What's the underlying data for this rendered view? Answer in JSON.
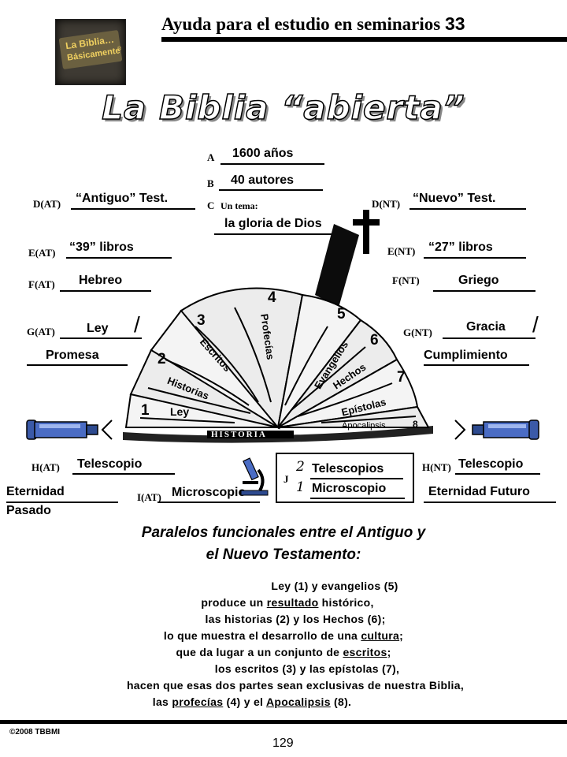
{
  "header": {
    "logo_line1": "La Biblia…",
    "logo_line2": "Básicamente",
    "logo_mark": "®",
    "title": "Ayuda para el estudio en seminarios",
    "number": "33"
  },
  "main_title": "La Biblia “abierta”",
  "top": {
    "A_label": "A",
    "A_text": "1600 años",
    "B_label": "B",
    "B_text": "40 autores",
    "C_label": "C",
    "C_prefix": "Un tema:",
    "C_text": "la gloria de Dios"
  },
  "left": {
    "D_label": "D(AT)",
    "D_text": "“Antiguo” Test.",
    "E_label": "E(AT)",
    "E_text": "“39” libros",
    "F_label": "F(AT)",
    "F_text": "Hebreo",
    "G_label": "G(AT)",
    "G_text": "Ley",
    "G_slash": "/",
    "G_text2": "Promesa",
    "H_label": "H(AT)",
    "H_text": "Telescopio",
    "H_sub1": "Eternidad",
    "H_sub2": "Pasado",
    "I_label": "I(AT)",
    "I_text": "Microscopio"
  },
  "right": {
    "D_label": "D(NT)",
    "D_text": "“Nuevo” Test.",
    "E_label": "E(NT)",
    "E_text": "“27” libros",
    "F_label": "F(NT)",
    "F_text": "Griego",
    "G_label": "G(NT)",
    "G_text": "Gracia",
    "G_slash": "/",
    "G_text2": "Cumplimiento",
    "H_label": "H(NT)",
    "H_text": "Telescopio",
    "H_sub": "Eternidad Futuro"
  },
  "box": {
    "J_label": "J",
    "n1": "2",
    "line1": "Telescopios",
    "n2": "1",
    "line2": "Microscopio"
  },
  "book": {
    "section_numbers": [
      "1",
      "2",
      "3",
      "4",
      "5",
      "6",
      "7",
      "8"
    ],
    "section_names": [
      "Ley",
      "Historias",
      "Escritos",
      "Profecías",
      "Evangelios",
      "Hechos",
      "Epístolas",
      "Apocalipsis"
    ],
    "spine_text": "HISTORIA"
  },
  "parallels": {
    "title_line1": "Paralelos funcionales entre el Antiguo y",
    "title_line2": "el Nuevo Testamento:",
    "l1": "Ley (1) y evangelios (5)",
    "l2a": "produce un",
    "l2b": "resultado",
    "l2c": "histórico,",
    "l3": "las historias (2) y los Hechos (6);",
    "l4a": "lo que muestra el desarrollo de una",
    "l4b": "cultura",
    "l4c": ";",
    "l5a": "que da lugar a un conjunto de",
    "l5b": "escritos",
    "l5c": ";",
    "l6": "los escritos (3) y las epístolas (7),",
    "l7": "hacen que esas dos partes sean exclusivas de nuestra Biblia,",
    "l8a": "las",
    "l8b": "profecías",
    "l8c": "(4) y el",
    "l8d": "Apocalipsis",
    "l8e": "(8)."
  },
  "footer": {
    "copyright": "©2008 TBBMI",
    "page": "129"
  }
}
